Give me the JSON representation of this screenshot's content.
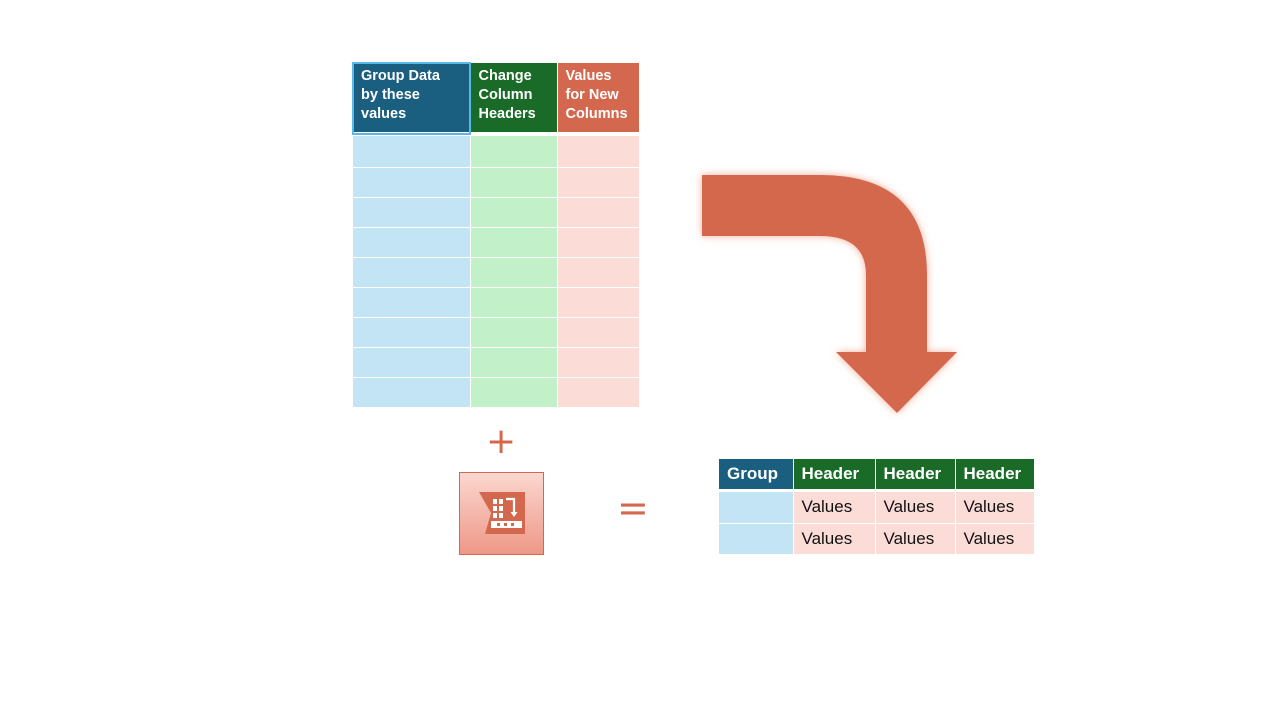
{
  "source_table": {
    "headers": [
      {
        "lines": [
          "Group Data",
          "by these",
          "values"
        ]
      },
      {
        "lines": [
          "Change",
          "Column",
          "Headers"
        ]
      },
      {
        "lines": [
          "Values",
          "for New",
          "Columns"
        ]
      }
    ],
    "empty_row_count": 9
  },
  "operators": {
    "plus": "+",
    "equals": "="
  },
  "tool": {
    "icon": "cross-tab-tool-icon"
  },
  "result_table": {
    "headers": [
      "Group",
      "Header",
      "Header",
      "Header"
    ],
    "rows": [
      [
        "",
        "Values",
        "Values",
        "Values"
      ],
      [
        "",
        "Values",
        "Values",
        "Values"
      ]
    ]
  },
  "colors": {
    "group_header": "#1a5e80",
    "group_body": "#c2e4f4",
    "change_header": "#1a6b28",
    "change_body": "#c2f0c8",
    "values_header": "#d4684e",
    "values_body": "#fbdcd7",
    "arrow": "#d4684e",
    "selection_outline": "#5ab8e8"
  }
}
